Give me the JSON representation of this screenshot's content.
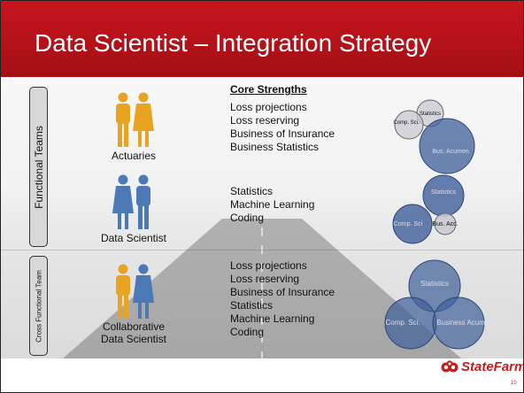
{
  "title": "Data Scientist – Integration Strategy",
  "side_tabs": {
    "functional": "Functional Teams",
    "cross_functional": "Cross Functional Team"
  },
  "rows": [
    {
      "label_lines": [
        "Actuaries"
      ],
      "people_colors": [
        "#e8a321",
        "#e8a321"
      ],
      "strengths": [
        "Loss projections",
        "Loss reserving",
        "Business of Insurance",
        "Business Statistics"
      ],
      "venn": {
        "a": "Statistics",
        "b": "Comp. Sci.",
        "c": "Bus. Acumen"
      }
    },
    {
      "label_lines": [
        "Data Scientist"
      ],
      "people_colors": [
        "#4a79b5",
        "#4a79b5"
      ],
      "strengths": [
        "Statistics",
        "Machine Learning",
        "Coding"
      ],
      "venn": {
        "a": "Statistics",
        "b": "Comp. Sci",
        "c": "Bus. Acc."
      }
    },
    {
      "label_lines": [
        "Collaborative",
        "Data Scientist"
      ],
      "people_colors": [
        "#e8a321",
        "#4a79b5"
      ],
      "strengths": [
        "Loss projections",
        "Loss reserving",
        "Business of Insurance",
        "Statistics",
        "Machine Learning",
        "Coding"
      ],
      "venn": {
        "a": "Statistics",
        "b": "Comp. Sci.",
        "c": "Business Acumen"
      }
    }
  ],
  "strengths_heading": "Core Strengths",
  "logo": {
    "text": "StateFarm",
    "color": "#c71d1f"
  },
  "page_number": "10",
  "colors": {
    "title_bar": "#c0121b",
    "venn_fill": "#3f5f9a"
  }
}
